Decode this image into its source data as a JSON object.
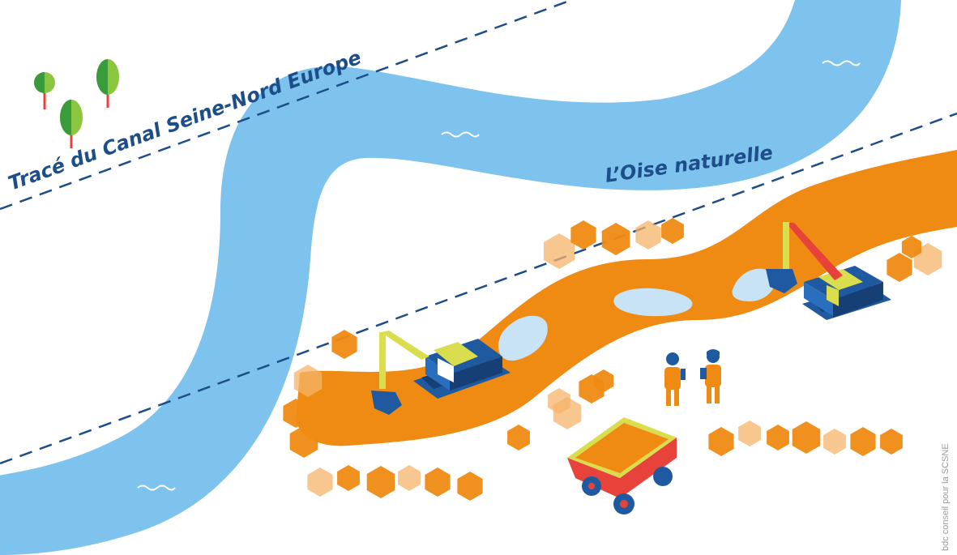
{
  "labels": {
    "canal_route": "Tracé du Canal Seine-Nord Europe",
    "river": "L’Oise naturelle",
    "credit": "bdc conseil pour la SCSNE"
  },
  "colors": {
    "river_blue": "#7ec3ee",
    "shallow_blue": "#c8e3f6",
    "earthwork_orange": "#ef8a12",
    "label_navy": "#1d4e89",
    "dashed_line_navy": "#1d4e89",
    "machine_blue": "#1f5aa0",
    "machine_yellow": "#d9dd4e",
    "machine_red": "#e8433b",
    "tree_green": "#8cc63f",
    "tree_dark_green": "#3a9b3a",
    "worker_orange": "#ef8a12"
  },
  "icons": [
    "tree-icon",
    "excavator-icon",
    "dump-truck-icon",
    "worker-icon",
    "water-ripple-icon",
    "earth-pile-icon"
  ]
}
